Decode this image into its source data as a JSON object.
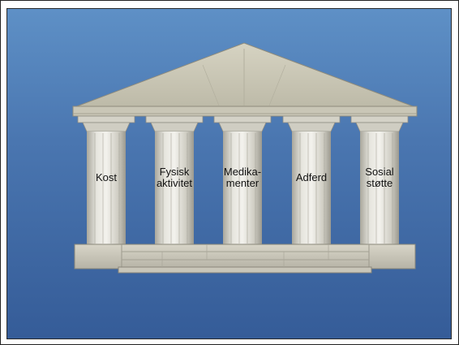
{
  "pillars": [
    {
      "label": "Kost"
    },
    {
      "label": "Fysisk\naktivitet"
    },
    {
      "label": "Medika-\nmenter"
    },
    {
      "label": "Adferd"
    },
    {
      "label": "Sosial\nstøtte"
    }
  ],
  "colors": {
    "background_top": "#5e90c6",
    "background_bottom": "#355c98",
    "stone": "#d9d7cc"
  }
}
